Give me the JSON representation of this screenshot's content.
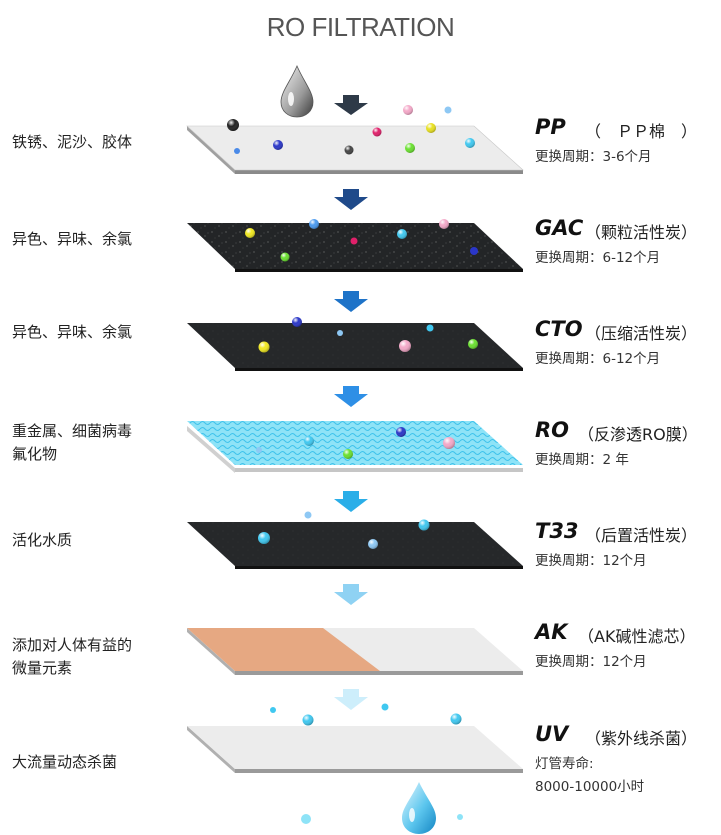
{
  "title": "RO FILTRATION",
  "stages": [
    {
      "code": "PP",
      "desc": "（　ＰＰ棉　）",
      "life": "更换周期：3-6个月",
      "left": "铁锈、泥沙、胶体"
    },
    {
      "code": "GAC",
      "desc": "（颗粒活性炭）",
      "life": "更换周期：6-12个月",
      "left": "异色、异味、余氯"
    },
    {
      "code": "CTO",
      "desc": "（压缩活性炭）",
      "life": "更换周期：6-12个月",
      "left": "异色、异味、余氯"
    },
    {
      "code": "RO",
      "desc": "（反渗透RO膜）",
      "life": "更换周期：2 年",
      "left": "重金属、细菌病毒\n氟化物"
    },
    {
      "code": "T33",
      "desc": "（后置活性炭）",
      "life": "更换周期：12个月",
      "left": "活化水质"
    },
    {
      "code": "AK",
      "desc": "（AK碱性滤芯）",
      "life": "更换周期：12个月",
      "left": "添加对人体有益的\n微量元素"
    },
    {
      "code": "UV",
      "desc": "（紫外线杀菌）",
      "life": "灯管寿命:",
      "life2": "8000-10000小时",
      "left": "大流量动态杀菌"
    }
  ],
  "colors": {
    "arrow_dark": "#2e3a48",
    "arrow_navy": "#1f4a8a",
    "arrow_blue": "#1e73c8",
    "arrow_mid": "#2e8fe6",
    "arrow_cyan": "#2aaee8",
    "arrow_light": "#8fd2f3",
    "arrow_pale": "#cdeefb",
    "plate_light": "#ececec",
    "plate_dark": "#222426",
    "plate_cyan": "#7fdcf5",
    "plate_orange": "#e6a882"
  },
  "icons": [
    "water-drop-icon",
    "down-arrow-icon",
    "particle-icon"
  ]
}
